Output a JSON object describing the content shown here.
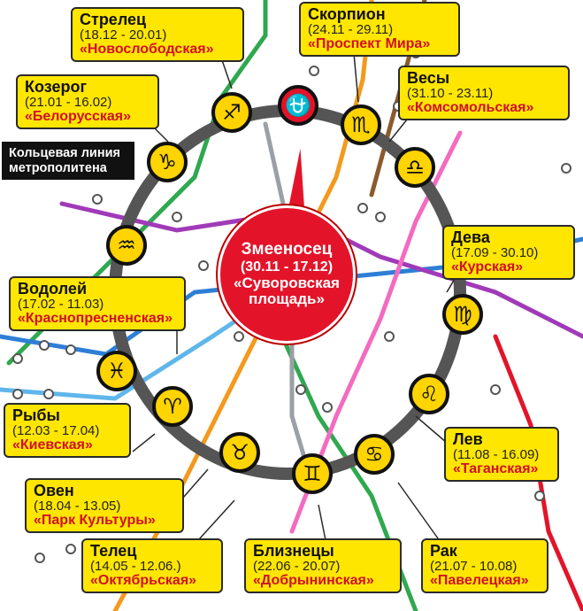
{
  "ring_label": "Кольцевая линия метрополитена",
  "center": {
    "name": "Змееносец",
    "dates": "(30.11 - 17.12)",
    "station": "«Суворовская площадь»",
    "icon": "ophiuchus-icon"
  },
  "callouts": {
    "strelets": {
      "name": "Стрелец",
      "dates": "(18.12 - 20.01)",
      "station": "«Новослободская»",
      "icon": "sagittarius-icon"
    },
    "skorpion": {
      "name": "Скорпион",
      "dates": "(24.11 - 29.11)",
      "station": "«Проспект Мира»",
      "icon": "scorpio-icon"
    },
    "kozerog": {
      "name": "Козерог",
      "dates": "(21.01 - 16.02)",
      "station": "«Белорусская»",
      "icon": "capricorn-icon"
    },
    "vesy": {
      "name": "Весы",
      "dates": "(31.10 - 23.11)",
      "station": "«Комсомольская»",
      "icon": "libra-icon"
    },
    "deva": {
      "name": "Дева",
      "dates": "(17.09 - 30.10)",
      "station": "«Курская»",
      "icon": "virgo-icon"
    },
    "vodoley": {
      "name": "Водолей",
      "dates": "(17.02 - 11.03)",
      "station": "«Краснопресненская»",
      "icon": "aquarius-icon"
    },
    "ryby": {
      "name": "Рыбы",
      "dates": "(12.03 - 17.04)",
      "station": "«Киевская»",
      "icon": "pisces-icon"
    },
    "lev": {
      "name": "Лев",
      "dates": "(11.08 - 16.09)",
      "station": "«Таганская»",
      "icon": "leo-icon"
    },
    "oven": {
      "name": "Овен",
      "dates": "(18.04 - 13.05)",
      "station": "«Парк Культуры»",
      "icon": "aries-icon"
    },
    "telets": {
      "name": "Телец",
      "dates": "(14.05 - 12.06.)",
      "station": "«Октябрьская»",
      "icon": "taurus-icon"
    },
    "bliznetsy": {
      "name": "Близнецы",
      "dates": "(22.06 - 20.07)",
      "station": "«Добрынинская»",
      "icon": "gemini-icon"
    },
    "rak": {
      "name": "Рак",
      "dates": "(21.07 - 10.08)",
      "station": "«Павелецкая»",
      "icon": "cancer-icon"
    }
  },
  "colors": {
    "callout_bg": "#ffe600",
    "station_text": "#d0102a",
    "center_bg": "#e3142a",
    "ring": "#555555",
    "line_green": "#2fa84f",
    "line_blue": "#2d7fd6",
    "line_purple": "#a03ab8",
    "line_orange": "#f39a1e",
    "line_brown": "#8b5a2b",
    "line_pink": "#f36bc0"
  }
}
